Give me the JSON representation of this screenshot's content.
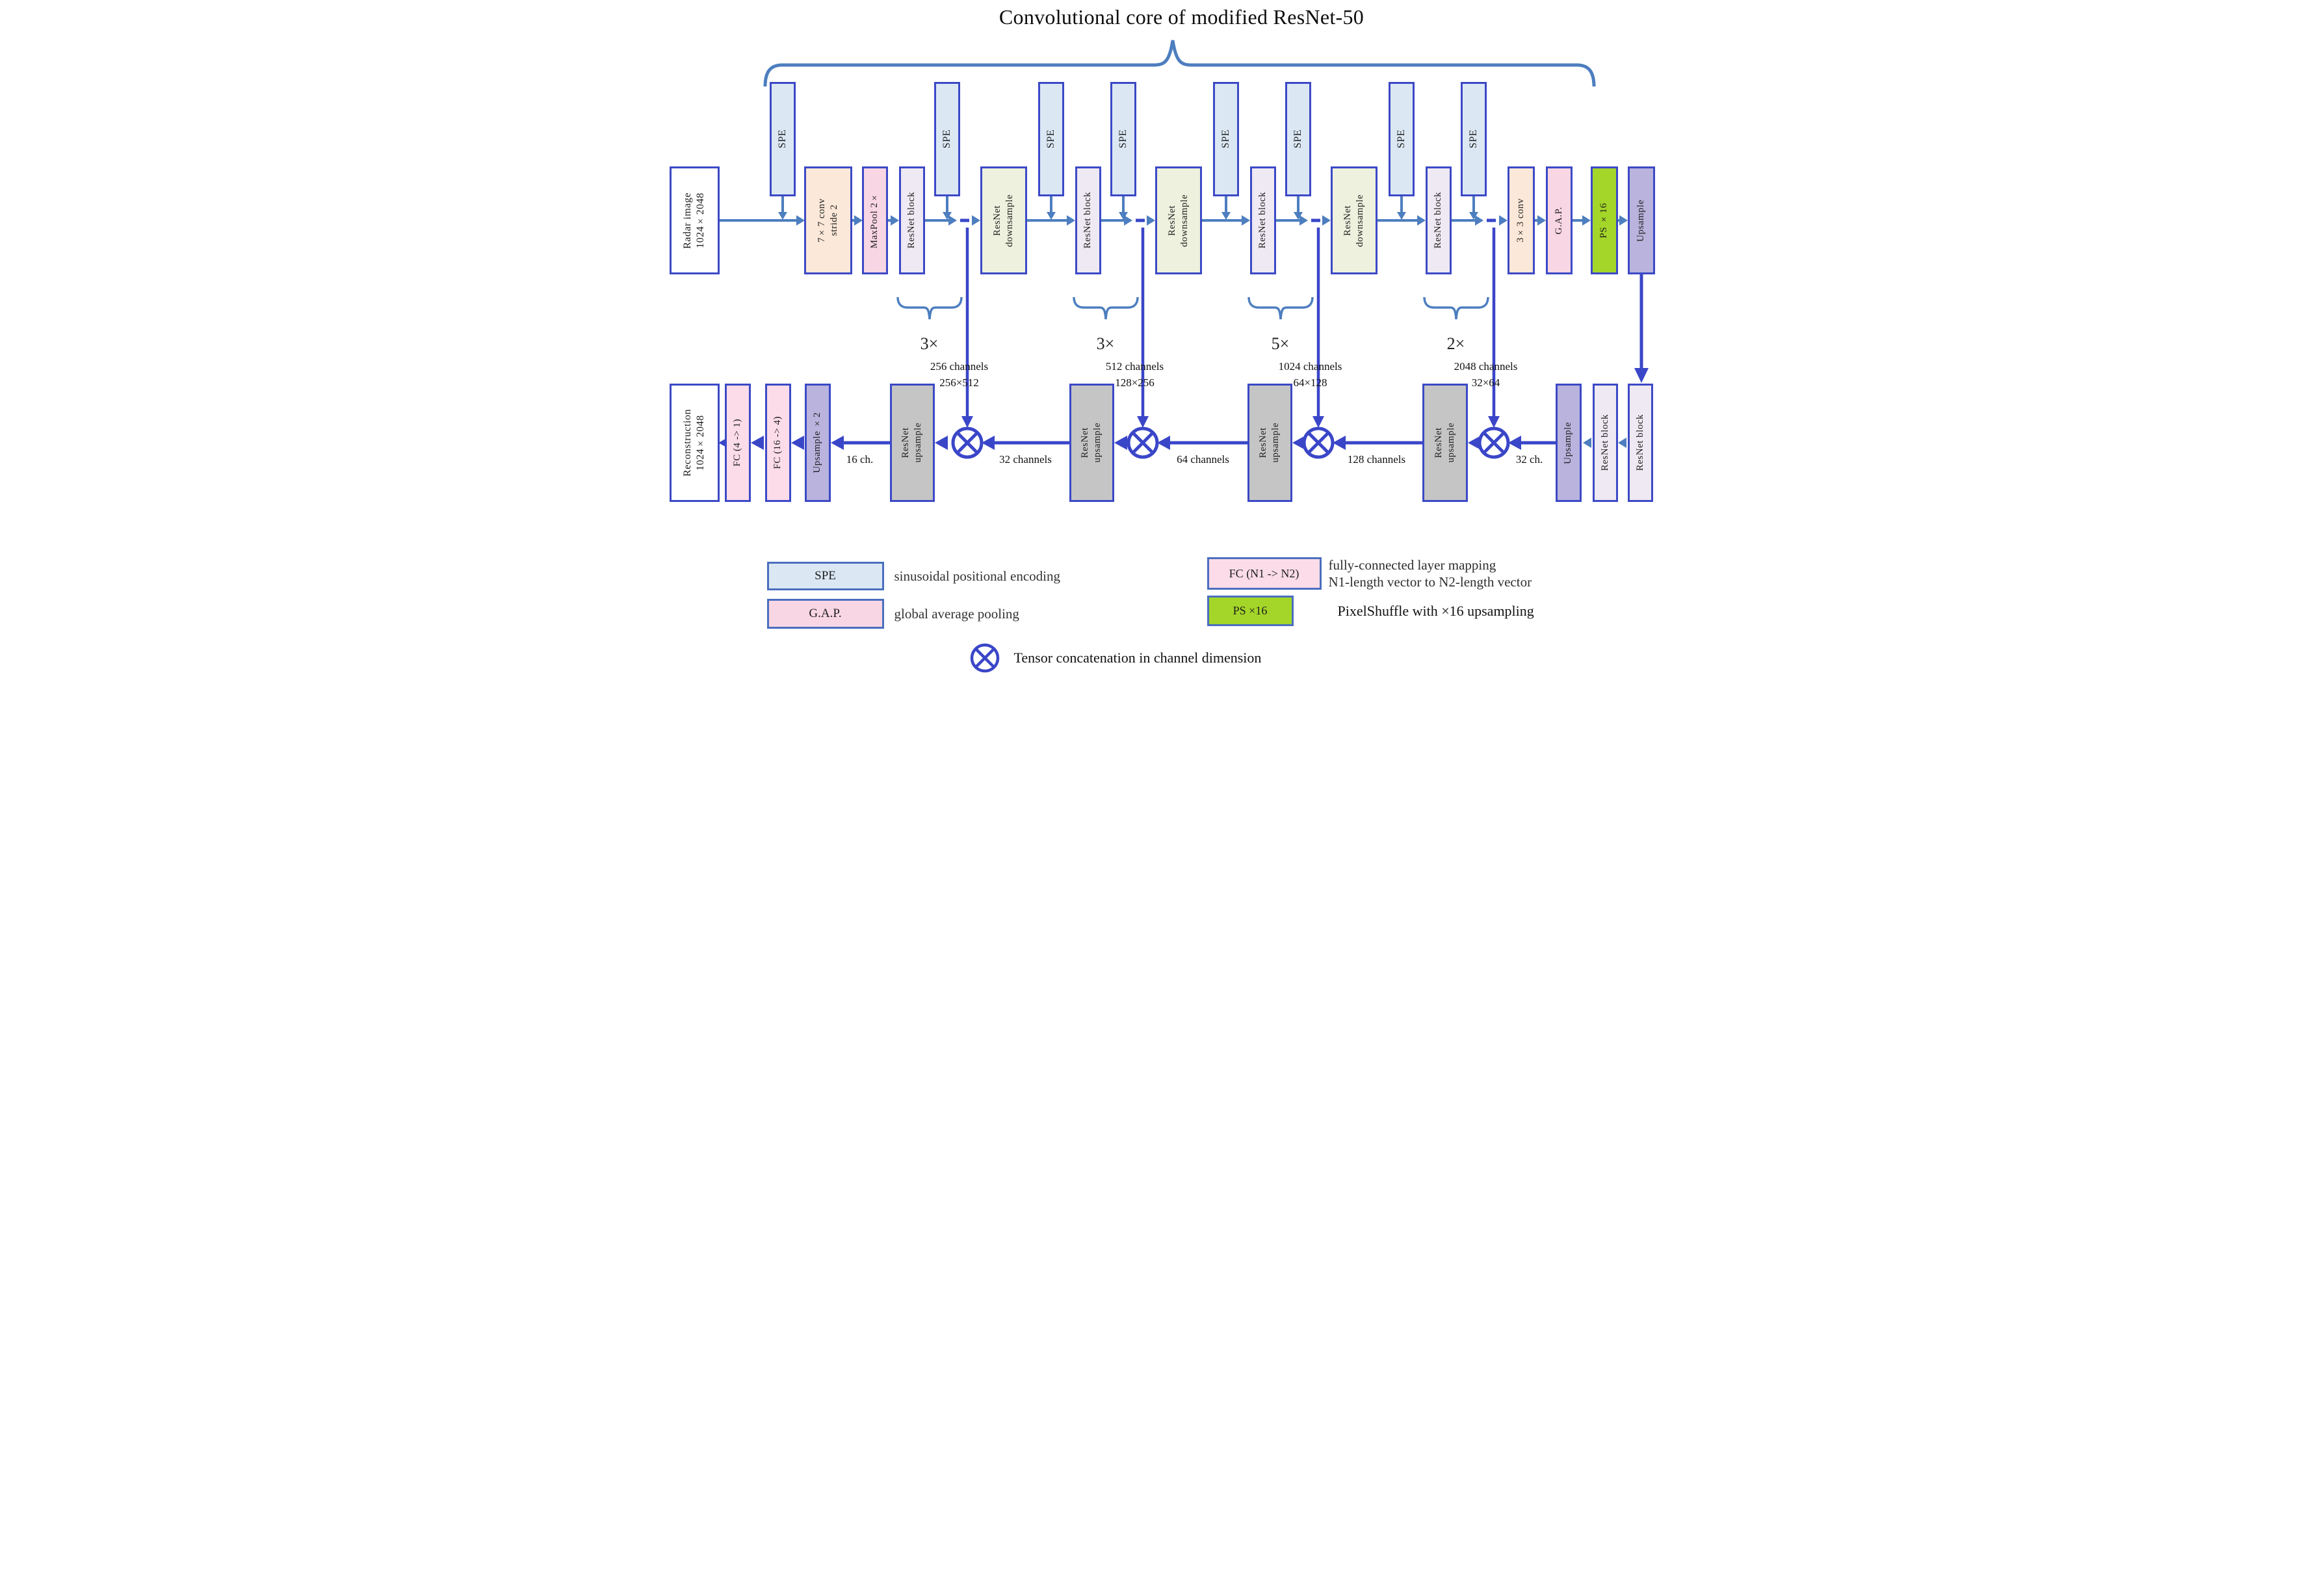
{
  "title": "Convolutional core of modified ResNet-50",
  "colors": {
    "box_border": "#3c49c6",
    "steel_arrow": "#4d7ebf",
    "indigo_arrow": "#3a46c8",
    "spe_fill": "#dbe8f4",
    "conv_fill": "#fbe8d8",
    "pink_fill": "#f9d6e4",
    "block_fill": "#eee9f2",
    "downsample_fill": "#edf1dd",
    "pixelshuffle_fill": "#a4d629",
    "upsample_fill": "#b9b3dd",
    "resnet_upsample_fill": "#c5c5c5"
  },
  "top_row": {
    "radar": "Radar image\n1024×2048",
    "spe": "SPE",
    "stages": {
      "conv7": "7×7 conv\nstride 2",
      "maxpool": "MaxPool 2×",
      "block": "ResNet block",
      "downsample": "ResNet\ndownsample",
      "conv3": "3×3 conv",
      "gap": "G.A.P.",
      "ps": "PS  ×16",
      "upsample": "Upsample"
    }
  },
  "repeats": [
    "3×",
    "3×",
    "5×",
    "2×"
  ],
  "skips": [
    {
      "channels": "256 channels",
      "size": "256×512"
    },
    {
      "channels": "512 channels",
      "size": "128×256"
    },
    {
      "channels": "1024 channels",
      "size": "64×128"
    },
    {
      "channels": "2048 channels",
      "size": "32×64"
    }
  ],
  "bottom_row": {
    "reconstruction": "Reconstruction\n1024×2048",
    "fc1": "FC (4 -> 1)",
    "fc2": "FC (16 -> 4)",
    "upsample2": "Upsample ×2",
    "resnet_upsample": "ResNet\nupsample",
    "upsample": "Upsample",
    "block": "ResNet block",
    "ch16": "16 ch.",
    "ch32": "32 channels",
    "ch64": "64 channels",
    "ch128": "128 channels",
    "ch32_short": "32 ch."
  },
  "legend": {
    "spe_key": "SPE",
    "spe_desc": "sinusoidal positional encoding",
    "gap_key": "G.A.P.",
    "gap_desc": "global average pooling",
    "fc_key": "FC (N1 -> N2)",
    "fc_desc": "fully-connected layer mapping\nN1-length vector to N2-length vector",
    "ps_key": "PS  ×16",
    "ps_desc": "PixelShuffle with ×16 upsampling",
    "concat_desc": "Tensor concatenation in channel dimension"
  }
}
